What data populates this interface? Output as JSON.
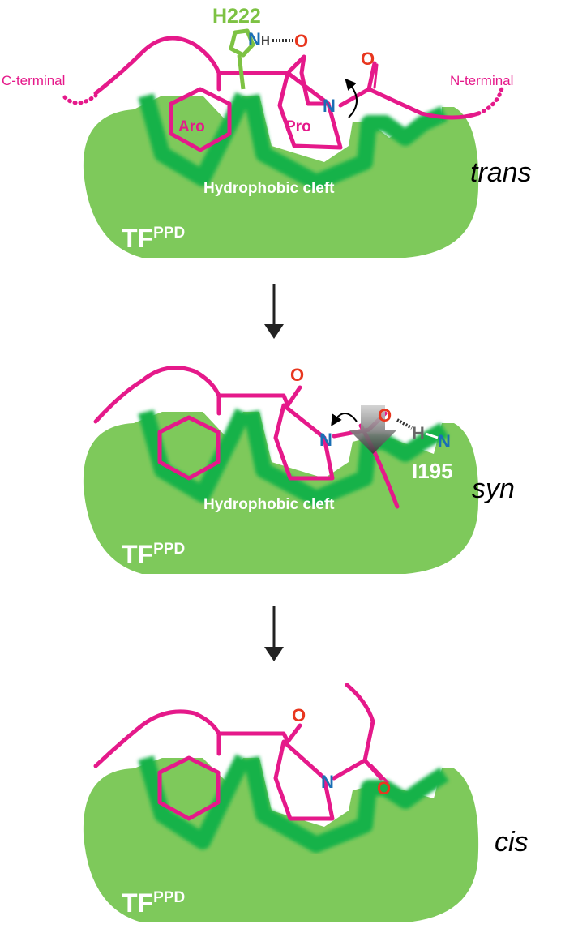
{
  "residues": {
    "his": "H222",
    "ile": "I195",
    "aro": "Aro",
    "pro": "Pro"
  },
  "termini": {
    "c": "C-terminal",
    "n": "N-terminal"
  },
  "cleft_label": "Hydrophobic cleft",
  "domain_label": {
    "main": "TF",
    "sup": "PPD"
  },
  "atoms": {
    "O": "O",
    "N": "N",
    "H": "H"
  },
  "states": [
    "trans",
    "syn",
    "cis"
  ],
  "colors": {
    "domain": "#7ec95b",
    "cleft": "#12b24a",
    "peptide": "#e5198a",
    "histidine": "#7dc243",
    "oxygen": "#e8371f",
    "nitrogen": "#1a6fb5"
  }
}
